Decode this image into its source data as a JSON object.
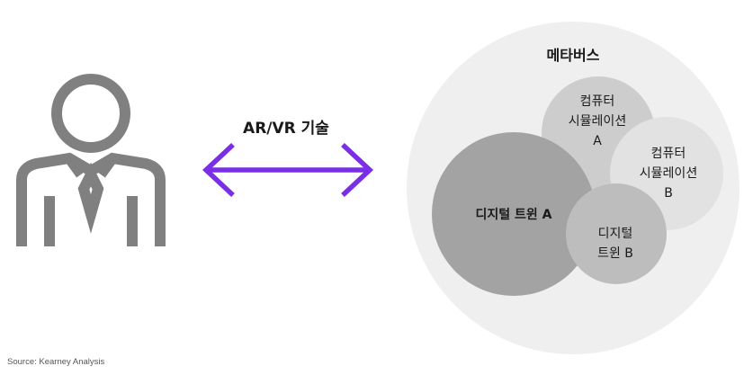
{
  "arrow_label": "AR/VR 기술",
  "metaverse": {
    "title": "메타버스",
    "sim_a": [
      "컴퓨터",
      "시뮬레이션",
      "A"
    ],
    "sim_b": [
      "컴퓨터",
      "시뮬레이션",
      "B"
    ],
    "twin_a": "디지털 트윈 A",
    "twin_b": [
      "디지털",
      "트윈 B"
    ]
  },
  "source": "Source: Kearney Analysis",
  "colors": {
    "arrow": "#7a2ee6",
    "person": "#808080",
    "outer_circle": "#efefef",
    "twin_a": "#a3a3a3",
    "sim_a": "#cdcdcd",
    "sim_b": "#e2e2e2",
    "twin_b": "#bdbdbd"
  },
  "icons": {
    "person": "businessman-icon",
    "arrow": "double-arrow-icon"
  }
}
